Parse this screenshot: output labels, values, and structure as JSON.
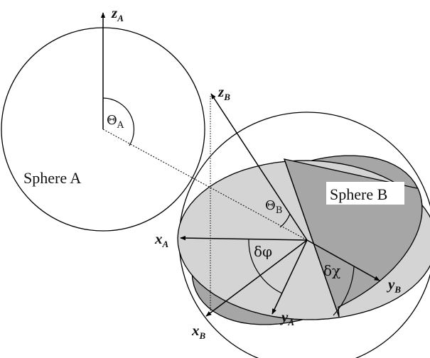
{
  "spheres": {
    "a_label": "Sphere A",
    "b_label": "Sphere B"
  },
  "axes": {
    "zA": {
      "main": "z",
      "sub": "A"
    },
    "zB": {
      "main": "z",
      "sub": "B"
    },
    "xA": {
      "main": "x",
      "sub": "A"
    },
    "xB": {
      "main": "x",
      "sub": "B"
    },
    "yA": {
      "main": "y",
      "sub": "A"
    },
    "yB": {
      "main": "y",
      "sub": "B"
    }
  },
  "angles": {
    "thetaA": {
      "main": "Θ",
      "sub": "A"
    },
    "thetaB": {
      "main": "Θ",
      "sub": "B"
    },
    "dphi": "δφ",
    "dchi": "δχ"
  },
  "colors": {
    "dark_disk": "#a6a6a6",
    "light_disk": "#d4d4d4",
    "stroke": "#000000"
  }
}
